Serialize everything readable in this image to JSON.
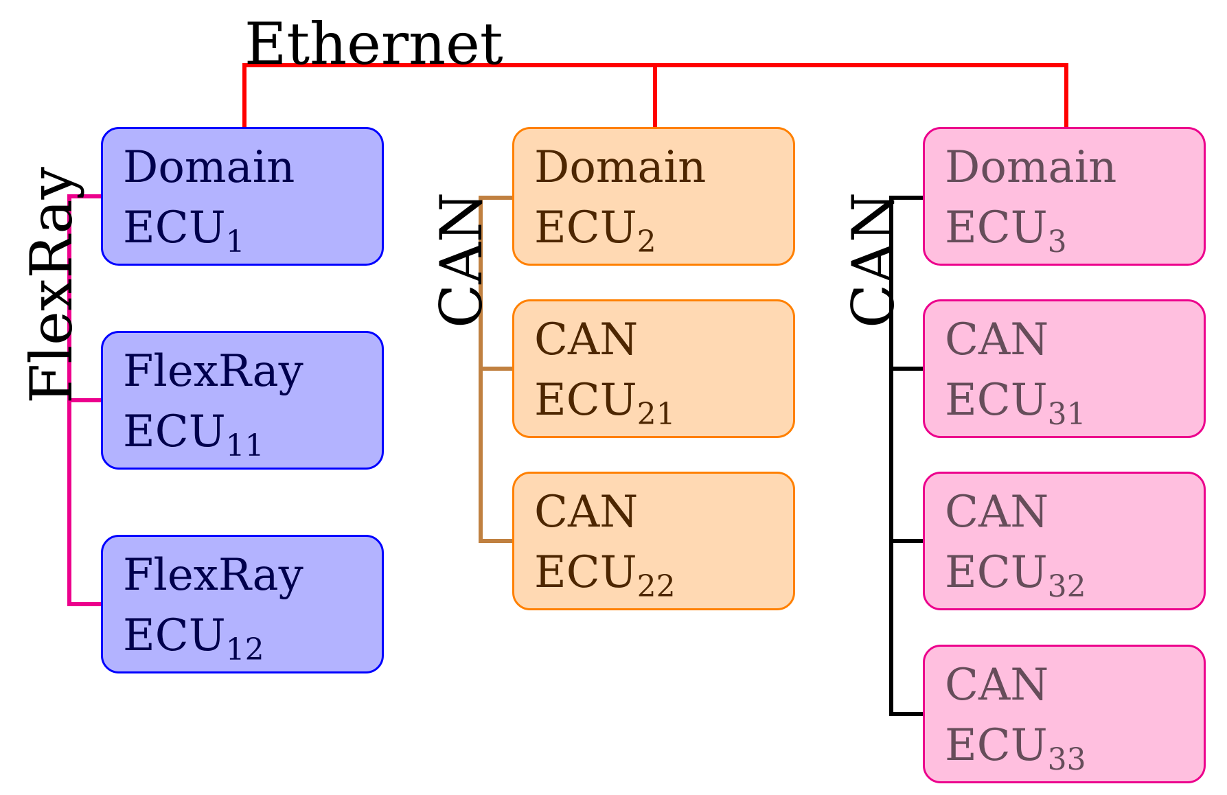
{
  "buses": {
    "ethernet": "Ethernet",
    "flexray": "FlexRay",
    "can_domain2": "CAN",
    "can_domain3": "CAN"
  },
  "colors": {
    "ethernet": "#ff0000",
    "flexray": "#ec008c",
    "can_domain2": "#c08040",
    "can_domain3": "#000000",
    "domain1_fill": "#b3b3ff",
    "domain1_border": "#0000ff",
    "domain1_text": "#00004d",
    "domain2_fill": "#ffd9b3",
    "domain2_border": "#ff8000",
    "domain2_text": "#4d2600",
    "domain3_fill": "#ffbfdf",
    "domain3_border": "#ec008c",
    "domain3_text": "#664d5a"
  },
  "ecus": {
    "d1": {
      "line1": "Domain",
      "line2": "ECU",
      "sub": "1"
    },
    "e11": {
      "line1": "FlexRay",
      "line2": "ECU",
      "sub": "11"
    },
    "e12": {
      "line1": "FlexRay",
      "line2": "ECU",
      "sub": "12"
    },
    "d2": {
      "line1": "Domain",
      "line2": "ECU",
      "sub": "2"
    },
    "e21": {
      "line1": "CAN",
      "line2": "ECU",
      "sub": "21"
    },
    "e22": {
      "line1": "CAN",
      "line2": "ECU",
      "sub": "22"
    },
    "d3": {
      "line1": "Domain",
      "line2": "ECU",
      "sub": "3"
    },
    "e31": {
      "line1": "CAN",
      "line2": "ECU",
      "sub": "31"
    },
    "e32": {
      "line1": "CAN",
      "line2": "ECU",
      "sub": "32"
    },
    "e33": {
      "line1": "CAN",
      "line2": "ECU",
      "sub": "33"
    }
  }
}
